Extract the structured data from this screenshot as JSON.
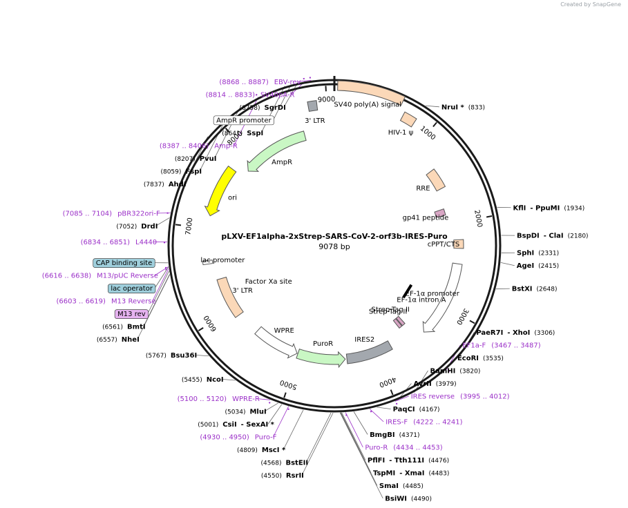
{
  "credit": "Created by SnapGene",
  "map": {
    "name": "pLXV-EF1alpha-2xStrep-SARS-CoV-2-orf3b-IRES-Puro",
    "size_label": "9078 bp",
    "total_bp": 9078
  },
  "colors": {
    "enzyme": "#000000",
    "primer": "#9b30c8",
    "leader": "#666666",
    "primer_leader": "#9b30c8",
    "backbone": "#1a1a1a"
  },
  "ticks": [
    {
      "bp": 1000,
      "label": "1000"
    },
    {
      "bp": 2000,
      "label": "2000"
    },
    {
      "bp": 3000,
      "label": "3000"
    },
    {
      "bp": 4000,
      "label": "4000"
    },
    {
      "bp": 5000,
      "label": "5000"
    },
    {
      "bp": 6000,
      "label": "6000"
    },
    {
      "bp": 7000,
      "label": "7000"
    },
    {
      "bp": 8000,
      "label": "8000"
    },
    {
      "bp": 9000,
      "label": "9000"
    }
  ],
  "labels": [
    {
      "kind": "enzyme",
      "name": "NruI *",
      "pos": "(833)",
      "bp": 833
    },
    {
      "kind": "enzyme",
      "name": "KflI",
      "name2": "PpuMI",
      "pos": "(1934)",
      "bp": 1934
    },
    {
      "kind": "enzyme",
      "name": "BspDI",
      "name2": "ClaI",
      "pos": "(2180)",
      "bp": 2180
    },
    {
      "kind": "enzyme",
      "name": "SphI",
      "pos": "(2331)",
      "bp": 2331
    },
    {
      "kind": "enzyme",
      "name": "AgeI",
      "pos": "(2415)",
      "bp": 2415
    },
    {
      "kind": "enzyme",
      "name": "BstXI",
      "pos": "(2648)",
      "bp": 2648
    },
    {
      "kind": "enzyme",
      "name": "PaeR7I",
      "name2": "XhoI",
      "pos": "(3306)",
      "bp": 3306
    },
    {
      "kind": "primer",
      "name": "EF1a-F",
      "pos": "(3467 .. 3487)",
      "bp": 3477
    },
    {
      "kind": "enzyme",
      "name": "EcoRI",
      "pos": "(3535)",
      "bp": 3535
    },
    {
      "kind": "enzyme",
      "name": "BamHI",
      "pos": "(3820)",
      "bp": 3820
    },
    {
      "kind": "enzyme",
      "name": "AvrII",
      "pos": "(3979)",
      "bp": 3979
    },
    {
      "kind": "primer",
      "name": "IRES reverse",
      "pos": "(3995 .. 4012)",
      "bp": 4003
    },
    {
      "kind": "enzyme",
      "name": "PaqCI",
      "pos": "(4167)",
      "bp": 4167
    },
    {
      "kind": "primer",
      "name": "IRES-F",
      "pos": "(4222 .. 4241)",
      "bp": 4231
    },
    {
      "kind": "enzyme",
      "name": "BmgBI",
      "pos": "(4371)",
      "bp": 4371
    },
    {
      "kind": "primer",
      "name": "Puro-R",
      "pos": "(4434 .. 4453)",
      "bp": 4443
    },
    {
      "kind": "enzyme",
      "name": "PflFI",
      "name2": "Tth111I",
      "pos": "(4476)",
      "bp": 4476
    },
    {
      "kind": "enzyme",
      "name": "TspMI",
      "name2": "XmaI",
      "pos": "(4483)",
      "bp": 4483
    },
    {
      "kind": "enzyme",
      "name": "SmaI",
      "pos": "(4485)",
      "bp": 4485
    },
    {
      "kind": "enzyme",
      "name": "BsiWI",
      "pos": "(4490)",
      "bp": 4490
    },
    {
      "kind": "enzyme",
      "name": "RsrII",
      "pos": "(4550)",
      "bp": 4550
    },
    {
      "kind": "enzyme",
      "name": "BstEII",
      "pos": "(4568)",
      "bp": 4568
    },
    {
      "kind": "enzyme",
      "name": "MscI *",
      "pos": "(4809)",
      "bp": 4809
    },
    {
      "kind": "primer",
      "name": "Puro-F",
      "pos": "(4930 .. 4950)",
      "bp": 4940
    },
    {
      "kind": "enzyme",
      "name": "CsiI",
      "name2": "SexAI *",
      "pos": "(5001)",
      "bp": 5001
    },
    {
      "kind": "enzyme",
      "name": "MluI",
      "pos": "(5034)",
      "bp": 5034
    },
    {
      "kind": "primer",
      "name": "WPRE-R",
      "pos": "(5100 .. 5120)",
      "bp": 5110
    },
    {
      "kind": "enzyme",
      "name": "NcoI",
      "pos": "(5455)",
      "bp": 5455
    },
    {
      "kind": "enzyme",
      "name": "Bsu36I",
      "pos": "(5767)",
      "bp": 5767
    },
    {
      "kind": "enzyme",
      "name": "NheI",
      "pos": "(6557)",
      "bp": 6557
    },
    {
      "kind": "enzyme",
      "name": "BmtI",
      "pos": "(6561)",
      "bp": 6561
    },
    {
      "kind": "boxed",
      "name": "M13 rev",
      "bp": 6590,
      "fill": "#e6b3f0"
    },
    {
      "kind": "primer",
      "name": "M13 Reverse",
      "pos": "(6603 .. 6619)",
      "bp": 6611
    },
    {
      "kind": "boxed",
      "name": "lac operator",
      "bp": 6625,
      "fill": "#9fcfdc"
    },
    {
      "kind": "primer",
      "name": "M13/pUC Reverse",
      "pos": "(6616 .. 6638)",
      "bp": 6627
    },
    {
      "kind": "boxed",
      "name": "CAP binding site",
      "bp": 6660,
      "fill": "#9fcfdc"
    },
    {
      "kind": "primer",
      "name": "L4440",
      "pos": "(6834 .. 6851)",
      "bp": 6842
    },
    {
      "kind": "enzyme",
      "name": "DrdI",
      "pos": "(7052)",
      "bp": 7052
    },
    {
      "kind": "primer",
      "name": "pBR322ori-F",
      "pos": "(7085 .. 7104)",
      "bp": 7094
    },
    {
      "kind": "enzyme",
      "name": "AhdI",
      "pos": "(7837)",
      "bp": 7837
    },
    {
      "kind": "enzyme",
      "name": "FspI",
      "pos": "(8059)",
      "bp": 8059
    },
    {
      "kind": "enzyme",
      "name": "PvuI",
      "pos": "(8207)",
      "bp": 8207
    },
    {
      "kind": "primer",
      "name": "Amp-R",
      "pos": "(8387 .. 8406)",
      "bp": 8396
    },
    {
      "kind": "enzyme",
      "name": "SspI",
      "pos": "(8641)",
      "bp": 8641
    },
    {
      "kind": "boxed",
      "name": "AmpR promoter",
      "bp": 8700,
      "fill": "#ffffff"
    },
    {
      "kind": "enzyme",
      "name": "SgrDI",
      "pos": "(8758)",
      "bp": 8758
    },
    {
      "kind": "primer",
      "name": "SV40pA-R",
      "pos": "(8814 .. 8833)",
      "bp": 8823
    },
    {
      "kind": "primer",
      "name": "EBV-rev",
      "pos": "(8868 .. 8887)",
      "bp": 8877
    }
  ],
  "features": [
    {
      "name": "3' LTR",
      "start": 30,
      "end": 640,
      "r": 232,
      "fill": "#fbd8b8",
      "dir": 0
    },
    {
      "name": "HIV-1 ψ",
      "start": 700,
      "end": 830,
      "r": 212,
      "fill": "#fbd8b8",
      "dir": 0
    },
    {
      "name": "RRE",
      "start": 1320,
      "end": 1560,
      "r": 175,
      "fill": "#fbd8b8",
      "dir": 0
    },
    {
      "name": "gp41 peptide",
      "start": 1800,
      "end": 1880,
      "r": 160,
      "fill": "#d8a6c4",
      "dir": 0
    },
    {
      "name": "cPPT/CTS",
      "start": 2200,
      "end": 2300,
      "r": 180,
      "fill": "#fbd8b8",
      "dir": 0
    },
    {
      "name": "EF-1α promoter",
      "start": 2480,
      "end": 3380,
      "r": 180,
      "fill": "#ffffff",
      "dir": 1
    },
    {
      "name": "Strep-Tag II",
      "start": 3475,
      "end": 3520,
      "r": 145,
      "fill": "#d8a6c4",
      "dir": 0
    },
    {
      "name": "Strep-Tag II",
      "start": 3530,
      "end": 3575,
      "r": 145,
      "fill": "#d8a6c4",
      "dir": 0
    },
    {
      "name": "IRES2",
      "start": 3800,
      "end": 4380,
      "r": 165,
      "fill": "#a3a8ae",
      "dir": 0
    },
    {
      "name": "PuroR",
      "start": 4400,
      "end": 5010,
      "r": 165,
      "fill": "#c9f7c4",
      "dir": -1
    },
    {
      "name": "WPRE",
      "start": 5020,
      "end": 5600,
      "r": 165,
      "fill": "#ffffff",
      "dir": -1
    },
    {
      "name": "3' LTR",
      "start": 5900,
      "end": 6400,
      "r": 170,
      "fill": "#fbd8b8",
      "dir": 0
    },
    {
      "name": "lac promoter",
      "start": 6600,
      "end": 6640,
      "r": 185,
      "fill": "#ffffff",
      "dir": 0
    },
    {
      "name": "ori",
      "start": 7150,
      "end": 7740,
      "r": 185,
      "fill": "#ffff00",
      "dir": -1
    },
    {
      "name": "AmpR",
      "start": 7840,
      "end": 8700,
      "r": 165,
      "fill": "#c9f7c4",
      "dir": -1
    },
    {
      "name": "SV40 poly(A) signal",
      "start": 8810,
      "end": 8900,
      "r": 205,
      "fill": "#a3a8ae",
      "dir": 0
    }
  ],
  "inner_labels": [
    {
      "name": "EF-1α intron A"
    },
    {
      "name": "Factor Xa site"
    },
    {
      "name": "SV40 poly(A) signal"
    },
    {
      "name": "HIV-1 ψ"
    },
    {
      "name": "RRE"
    },
    {
      "name": "gp41 peptide"
    },
    {
      "name": "cPPT/CTS"
    },
    {
      "name": "EF-1α promoter"
    },
    {
      "name": "Strep-Tag II"
    },
    {
      "name": "Strep-Tag II"
    },
    {
      "name": "IRES2"
    },
    {
      "name": "PuroR"
    },
    {
      "name": "WPRE"
    },
    {
      "name": "3' LTR"
    },
    {
      "name": "lac promoter"
    },
    {
      "name": "ori"
    },
    {
      "name": "AmpR"
    },
    {
      "name": "3' LTR"
    }
  ]
}
